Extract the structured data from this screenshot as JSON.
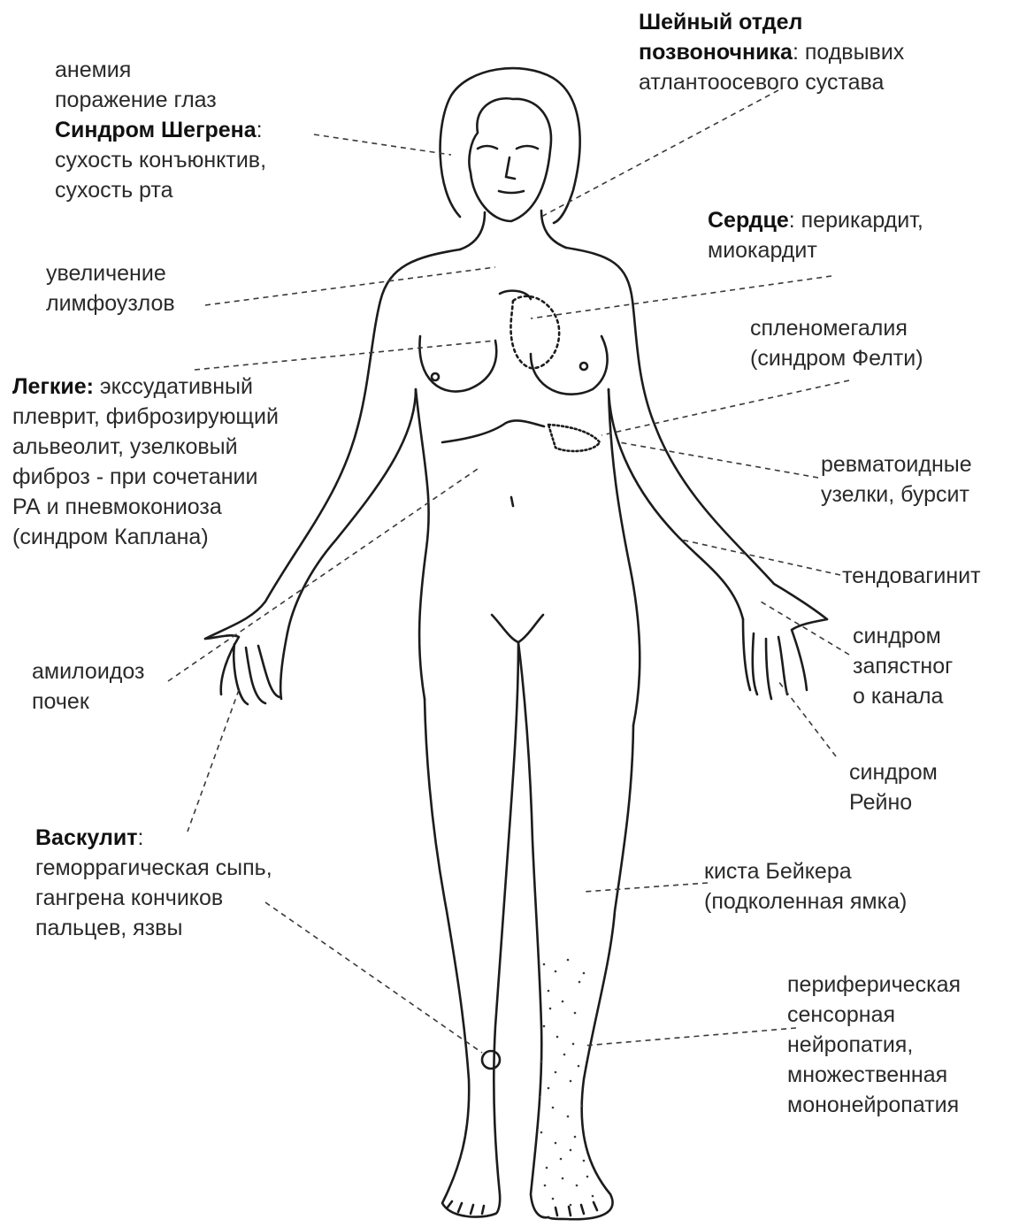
{
  "labels": {
    "anemia": "анемия",
    "eye": "поражение глаз",
    "sjogren_title": "Синдром Шегрена",
    "sjogren_text1": ":",
    "sjogren_text2": "сухость конъюнктив,",
    "sjogren_text3": "сухость рта",
    "lymph1": "увеличение",
    "lymph2": "лимфоузлов",
    "lungs_title": "Легкие:",
    "lungs1": " экссудативный",
    "lungs2": "плеврит, фиброзирующий",
    "lungs3": "альвеолит, узелковый",
    "lungs4": "фиброз - при сочетании",
    "lungs5": "РА и пневмокониоза",
    "lungs6": "(синдром Каплана)",
    "amyl1": "амилоидоз",
    "amyl2": "почек",
    "vasc_title": "Васкулит",
    "vasc_colon": ":",
    "vasc1": "геморрагическая сыпь,",
    "vasc2": "гангрена кончиков",
    "vasc3": "пальцев, язвы",
    "neck_title1": "Шейный отдел",
    "neck_title2": "позвоночника",
    "neck_text1": ": подвывих",
    "neck_text2": "атлантоосевого сустава",
    "heart_title": "Сердце",
    "heart_text1": ": перикардит,",
    "heart_text2": "миокардит",
    "spleen1": "спленомегалия",
    "spleen2": "(синдром Фелти)",
    "rheum1": "ревматоидные",
    "rheum2": "узелки, бурсит",
    "tendo": "тендовагинит",
    "carpal1": "синдром",
    "carpal2": "запястног",
    "carpal3": "о канала",
    "raynaud1": "синдром",
    "raynaud2": "Рейно",
    "baker1": "киста Бейкера",
    "baker2": "(подколенная ямка)",
    "neuro1": "периферическая",
    "neuro2": "сенсорная",
    "neuro3": "нейропатия,",
    "neuro4": "множественная",
    "neuro5": "мононейропатия"
  }
}
